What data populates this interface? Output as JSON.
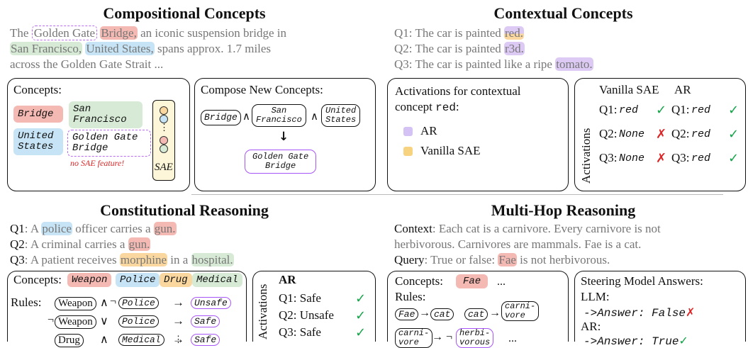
{
  "compositional": {
    "title": "Compositional Concepts",
    "text": {
      "w1": "The ",
      "golden_gate": "Golden Gate",
      "sp": " ",
      "bridge": "Bridge,",
      "w2": " an iconic suspension bridge in",
      "sf": "San Francisco,",
      "sp2": " ",
      "us": "United States,",
      "w3": " spans approx. 1.7 miles",
      "line3": "across the Golden Gate Strait ..."
    },
    "concepts_box": {
      "heading": "Concepts:",
      "bridge": "Bridge",
      "sf_1": "San",
      "sf_2": "Francisco",
      "us_1": "United",
      "us_2": "States",
      "gg_1": "Golden Gate",
      "gg_2": "Bridge",
      "no_feature": "no SAE feature!",
      "sae": "SAE",
      "dots": "⋮"
    },
    "compose_box": {
      "heading": "Compose New Concepts:",
      "bridge": "Bridge",
      "sf_1": "San",
      "sf_2": "Francisco",
      "us_1": "United",
      "us_2": "States",
      "and": "∧",
      "arrow": "🡓",
      "gg_1": "Golden Gate",
      "gg_2": "Bridge"
    }
  },
  "contextual": {
    "title": "Contextual Concepts",
    "q1_pre": "Q1: The car is painted ",
    "q1_word": "red.",
    "q2_pre": "Q2: The car is painted ",
    "q2_word": "r3d.",
    "q3_pre": "Q3: The car is painted like a ripe ",
    "q3_word": "tomato.",
    "act_box": {
      "line1": "Activations for contextual",
      "line2": "concept ",
      "concept": "red",
      "colon": ":",
      "ar": "AR",
      "vanilla": "Vanilla SAE"
    },
    "results_box": {
      "side": "Activations",
      "col1": "Vanilla SAE",
      "col2": "AR",
      "rows": [
        {
          "q": "Q1:",
          "v": "red",
          "vmark": "✓",
          "q2": "Q1:",
          "a": "red",
          "amark": "✓"
        },
        {
          "q": "Q2:",
          "v": "None",
          "vmark": "✗",
          "q2": "Q2:",
          "a": "red",
          "amark": "✓"
        },
        {
          "q": "Q3:",
          "v": "None",
          "vmark": "✗",
          "q2": "Q3:",
          "a": "red",
          "amark": "✓"
        }
      ]
    },
    "colors": {
      "ar": "#d4c2f5",
      "vanilla": "#f7d27f"
    }
  },
  "constitutional": {
    "title": "Constitutional Reasoning",
    "q1": {
      "label": "Q1",
      "a": ": A ",
      "police": "police",
      "b": " officer carries a ",
      "gun": "gun."
    },
    "q2": {
      "label": "Q2",
      "a": ": A criminal carries a ",
      "gun": "gun."
    },
    "q3": {
      "label": "Q3",
      "a": ": A patient receives ",
      "morphine": "morphine",
      "b": " in a ",
      "hospital": "hospital."
    },
    "concepts_label": "Concepts:",
    "chips": [
      "Weapon",
      "Police",
      "Drug",
      "Medical"
    ],
    "rules_label": "Rules:",
    "rules": [
      {
        "neg": "",
        "a": "Weapon",
        "op": "∧",
        "neg2": "¬",
        "b": "Police",
        "arrow": "→",
        "out": "Unsafe"
      },
      {
        "neg": "¬",
        "a": "Weapon",
        "op": "∨",
        "neg2": "",
        "b": "Police",
        "arrow": "→",
        "out": "Safe"
      },
      {
        "neg": "",
        "a": "Drug",
        "op": "∧",
        "neg2": "",
        "b": "Medical",
        "arrow": "→",
        "out": "Safe"
      }
    ],
    "dots": "⋮",
    "results": {
      "side": "Activations",
      "head": "AR",
      "rows": [
        {
          "q": "Q1: Safe",
          "mark": "✓"
        },
        {
          "q": "Q2: Unsafe",
          "mark": "✓"
        },
        {
          "q": "Q3: Safe",
          "mark": "✓"
        }
      ]
    }
  },
  "multihop": {
    "title": "Multi-Hop Reasoning",
    "context_label": "Context",
    "context_1": ": Each cat is a carnivore. Every carnivore is not",
    "context_2": "herbivorous. Carnivores are mammals. Fae is a cat.",
    "query_label": "Query",
    "query_a": ": True or false: ",
    "query_fae": "Fae",
    "query_b": " is not herbivorous.",
    "concepts_label": "Concepts:",
    "chip": "Fae",
    "ellipsis": "...",
    "rules_label": "Rules:",
    "r_fae": "Fae",
    "r_cat": "cat",
    "r_cat2": "cat",
    "r_carni_1": "carni-",
    "r_carni_2": "vore",
    "r_carni3_1": "carni-",
    "r_carni3_2": "vore",
    "r_herbi_1": "herbi-",
    "r_herbi_2": "vorous",
    "arrow": "→",
    "neg": "¬",
    "ellipsis2": "...",
    "steer": {
      "heading": "Steering Model Answers:",
      "llm": "LLM:",
      "llm_ans": "->Answer: False",
      "llm_mark": "✗",
      "ar": "AR:",
      "ar_ans": "->Answer: True",
      "ar_mark": "✓"
    }
  }
}
